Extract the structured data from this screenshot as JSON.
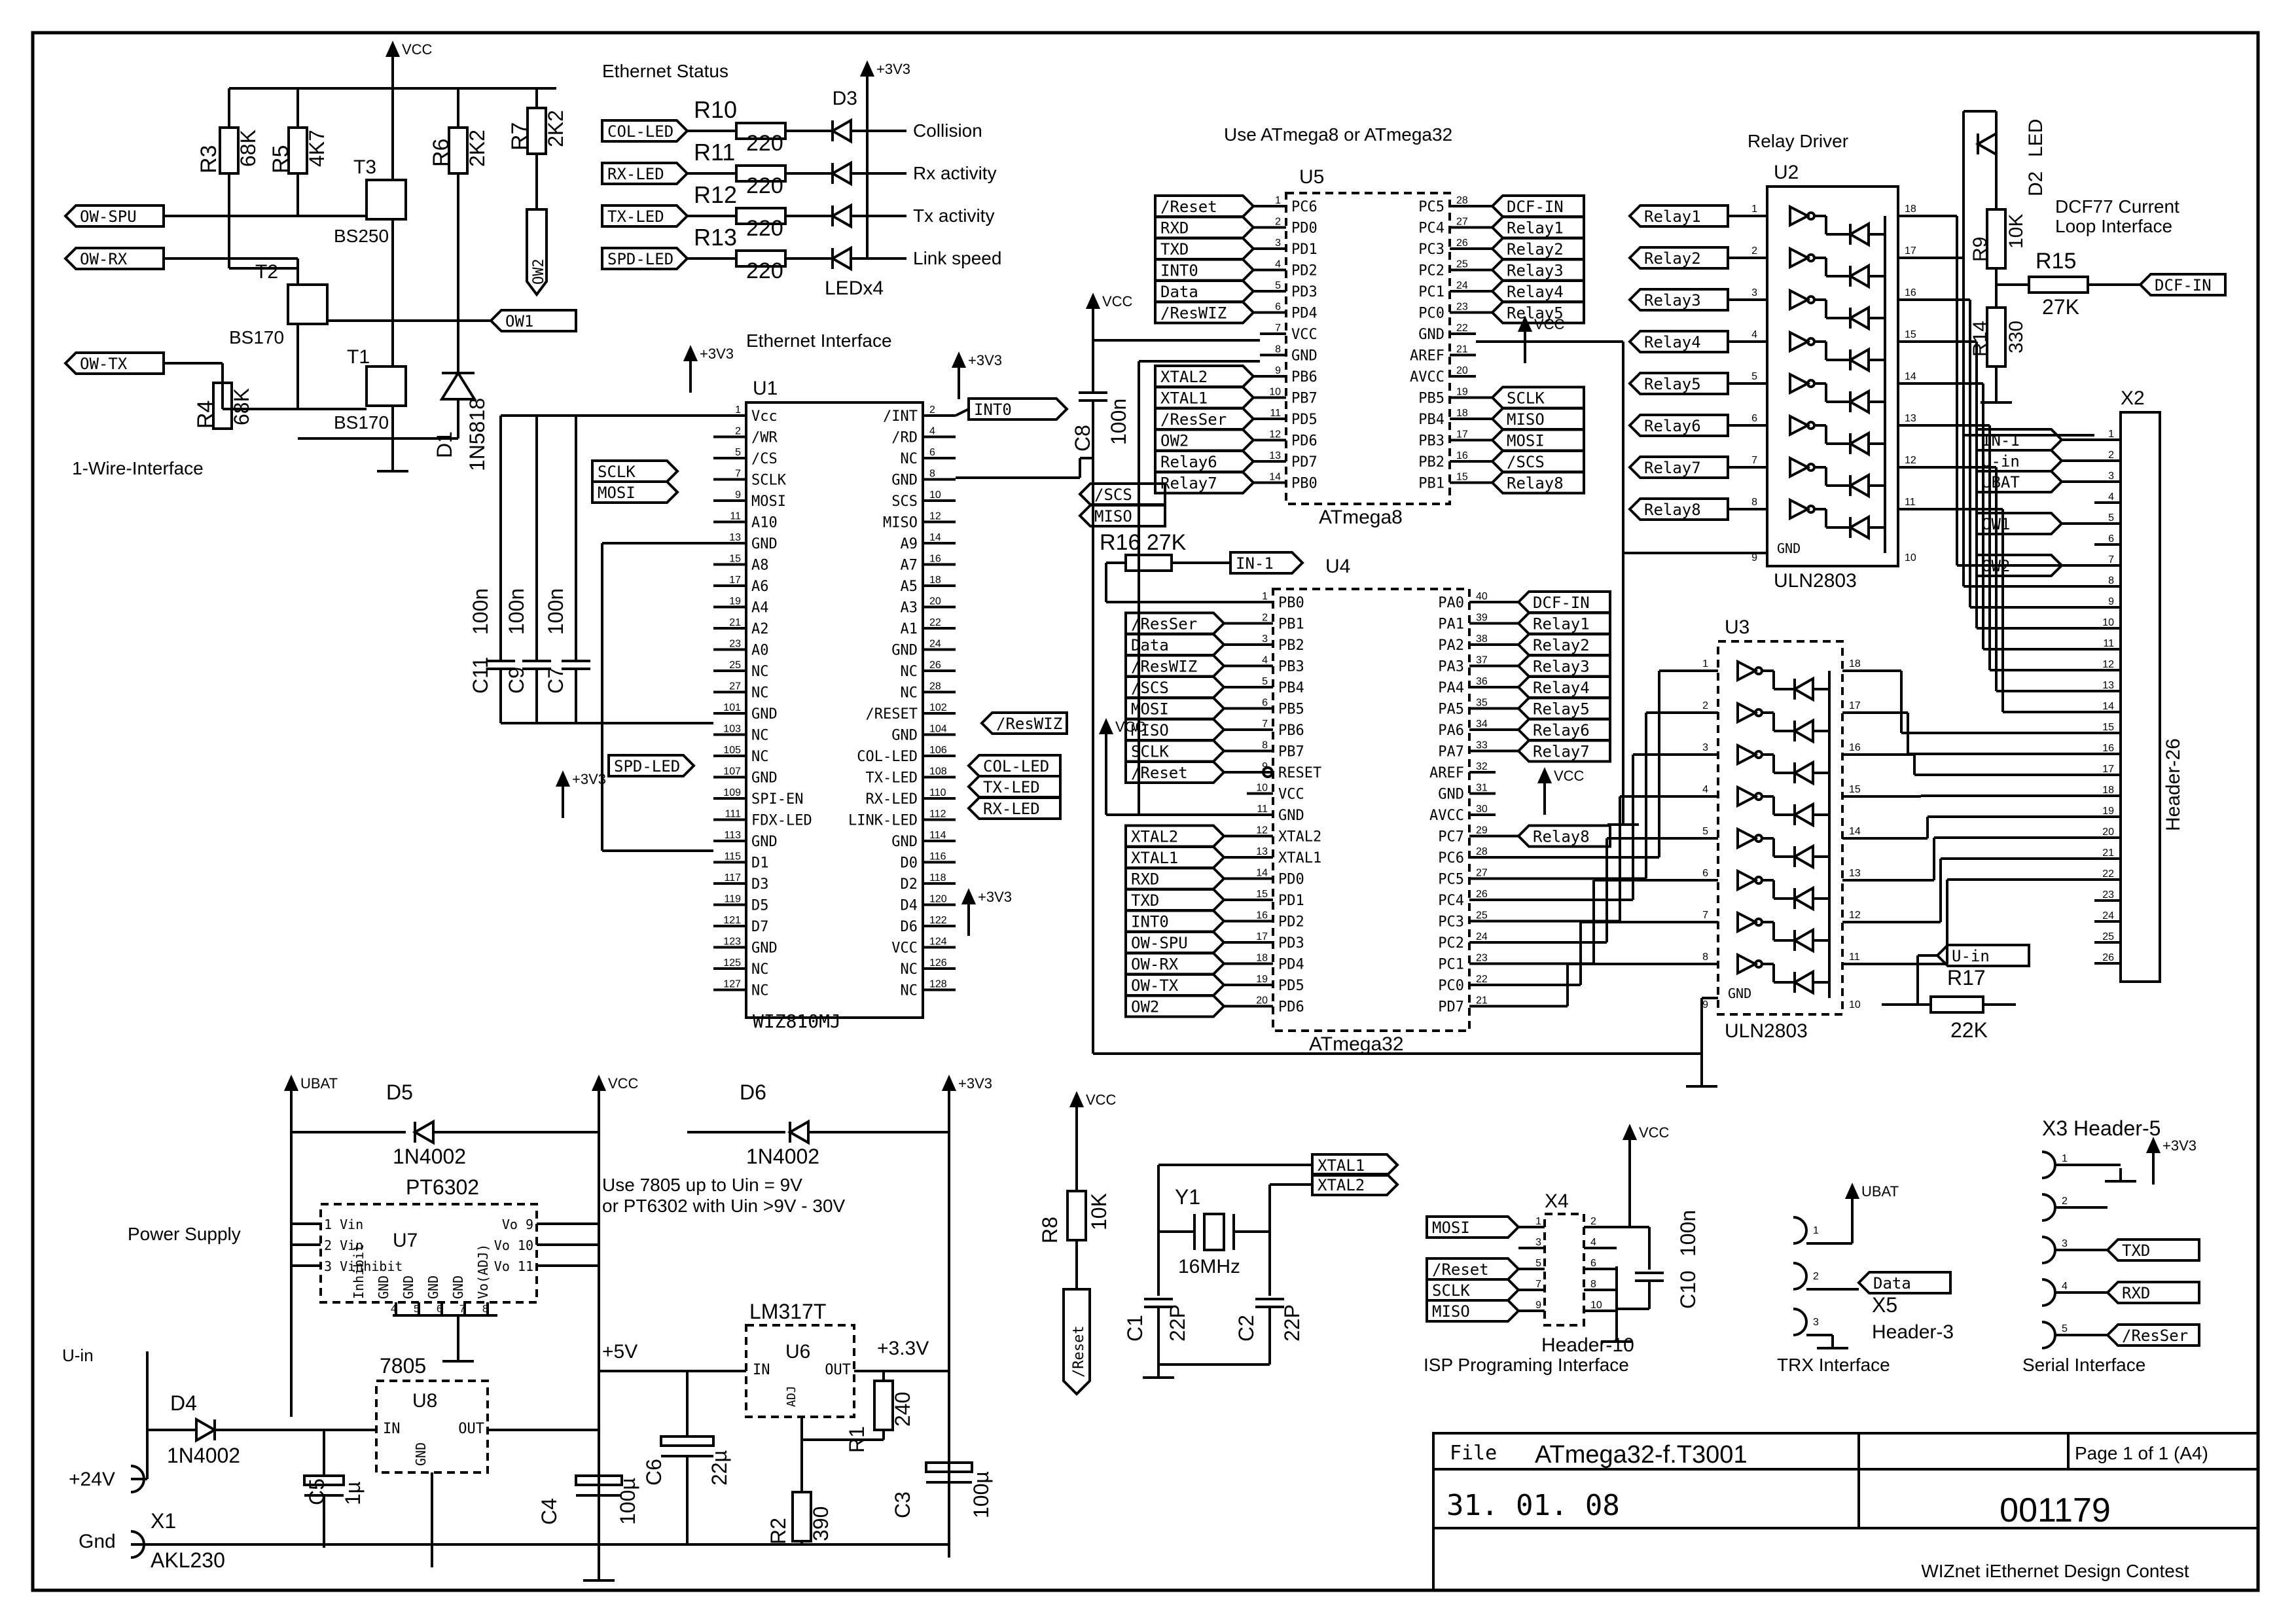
{
  "sections": {
    "ethernet_status": "Ethernet Status",
    "ethernet_interface": "Ethernet Interface",
    "use_atmega": "Use ATmega8 or ATmega32",
    "relay_driver": "Relay Driver",
    "dcf77": [
      "DCF77 Current",
      "Loop Interface"
    ],
    "one_wire": "1-Wire-Interface",
    "power_supply": "Power Supply",
    "use_7805": [
      "Use 7805 up to Uin = 9V",
      "or PT6302 with Uin >9V - 30V"
    ],
    "isp": "ISP Programing Interface",
    "trx": "TRX Interface",
    "serial": "Serial Interface"
  },
  "status_leds": [
    {
      "net": "COL-LED",
      "res": "R10",
      "val": "220",
      "desc": "Collision"
    },
    {
      "net": "RX-LED",
      "res": "R11",
      "val": "220",
      "desc": "Rx activity"
    },
    {
      "net": "TX-LED",
      "res": "R12",
      "val": "220",
      "desc": "Tx activity"
    },
    {
      "net": "SPD-LED",
      "res": "R13",
      "val": "220",
      "desc": "Link speed"
    }
  ],
  "status_labels": {
    "d3": "D3",
    "ledx4": "LEDx4",
    "v33": "+3V3"
  },
  "wiz": {
    "name": "U1",
    "part": "WIZ810MJ",
    "left": [
      [
        "1",
        "Vcc"
      ],
      [
        "2",
        "/WR"
      ],
      [
        "5",
        "/CS"
      ],
      [
        "7",
        "SCLK"
      ],
      [
        "9",
        "MOSI"
      ],
      [
        "11",
        "A10"
      ],
      [
        "13",
        "GND"
      ],
      [
        "15",
        "A8"
      ],
      [
        "17",
        "A6"
      ],
      [
        "19",
        "A4"
      ],
      [
        "21",
        "A2"
      ],
      [
        "23",
        "A0"
      ],
      [
        "25",
        "NC"
      ],
      [
        "27",
        "NC"
      ],
      [
        "101",
        "GND"
      ],
      [
        "103",
        "NC"
      ],
      [
        "105",
        "NC"
      ],
      [
        "107",
        "GND"
      ],
      [
        "109",
        "SPI-EN"
      ],
      [
        "111",
        "FDX-LED"
      ],
      [
        "113",
        "GND"
      ],
      [
        "115",
        "D1"
      ],
      [
        "117",
        "D3"
      ],
      [
        "119",
        "D5"
      ],
      [
        "121",
        "D7"
      ],
      [
        "123",
        "GND"
      ],
      [
        "125",
        "NC"
      ],
      [
        "127",
        "NC"
      ]
    ],
    "right": [
      [
        "/INT",
        "2"
      ],
      [
        "/RD",
        "4"
      ],
      [
        "NC",
        "6"
      ],
      [
        "GND",
        "8"
      ],
      [
        "SCS",
        "10"
      ],
      [
        "MISO",
        "12"
      ],
      [
        "A9",
        "14"
      ],
      [
        "A7",
        "16"
      ],
      [
        "A5",
        "18"
      ],
      [
        "A3",
        "20"
      ],
      [
        "A1",
        "22"
      ],
      [
        "GND",
        "24"
      ],
      [
        "NC",
        "26"
      ],
      [
        "NC",
        "28"
      ],
      [
        "/RESET",
        "102"
      ],
      [
        "GND",
        "104"
      ],
      [
        "COL-LED",
        "106"
      ],
      [
        "TX-LED",
        "108"
      ],
      [
        "RX-LED",
        "110"
      ],
      [
        "LINK-LED",
        "112"
      ],
      [
        "GND",
        "114"
      ],
      [
        "D0",
        "116"
      ],
      [
        "D2",
        "118"
      ],
      [
        "D4",
        "120"
      ],
      [
        "D6",
        "122"
      ],
      [
        "VCC",
        "124"
      ],
      [
        "NC",
        "126"
      ],
      [
        "NC",
        "128"
      ]
    ]
  },
  "wiz_nets": {
    "int0": "INT0",
    "sclk": "SCLK",
    "mosi": "MOSI",
    "scs": "/SCS",
    "miso": "MISO",
    "reswiz": "/ResWIZ",
    "colled": "COL-LED",
    "txled": "TX-LED",
    "rxled": "RX-LED",
    "spdled": "SPD-LED",
    "v33a": "+3V3",
    "v33b": "+3V3",
    "v33c": "+3V3",
    "v33d": "+3V3"
  },
  "caps_wiz": [
    {
      "n": "C11",
      "v": "100n"
    },
    {
      "n": "C9",
      "v": "100n"
    },
    {
      "n": "C7",
      "v": "100n"
    }
  ],
  "c8": {
    "n": "C8",
    "v": "100n",
    "vcc": "VCC"
  },
  "mega8": {
    "name": "U5",
    "part": "ATmega8",
    "left": [
      [
        "1",
        "PC6"
      ],
      [
        "2",
        "PD0"
      ],
      [
        "3",
        "PD1"
      ],
      [
        "4",
        "PD2"
      ],
      [
        "5",
        "PD3"
      ],
      [
        "6",
        "PD4"
      ],
      [
        "7",
        "VCC"
      ],
      [
        "8",
        "GND"
      ],
      [
        "9",
        "PB6"
      ],
      [
        "10",
        "PB7"
      ],
      [
        "11",
        "PD5"
      ],
      [
        "12",
        "PD6"
      ],
      [
        "13",
        "PD7"
      ],
      [
        "14",
        "PB0"
      ]
    ],
    "right": [
      [
        "PC5",
        "28"
      ],
      [
        "PC4",
        "27"
      ],
      [
        "PC3",
        "26"
      ],
      [
        "PC2",
        "25"
      ],
      [
        "PC1",
        "24"
      ],
      [
        "PC0",
        "23"
      ],
      [
        "GND",
        "22"
      ],
      [
        "AREF",
        "21"
      ],
      [
        "AVCC",
        "20"
      ],
      [
        "PB5",
        "19"
      ],
      [
        "PB4",
        "18"
      ],
      [
        "PB3",
        "17"
      ],
      [
        "PB2",
        "16"
      ],
      [
        "PB1",
        "15"
      ]
    ],
    "left_nets": [
      "/Reset",
      "RXD",
      "TXD",
      "INT0",
      "Data",
      "/ResWIZ",
      "",
      "",
      "XTAL2",
      "XTAL1",
      "/ResSer",
      "OW2",
      "Relay6",
      "Relay7"
    ],
    "right_nets": [
      "DCF-IN",
      "Relay1",
      "Relay2",
      "Relay3",
      "Relay4",
      "Relay5",
      "",
      "",
      "",
      "SCLK",
      "MISO",
      "MOSI",
      "/SCS",
      "Relay8"
    ]
  },
  "mega32": {
    "name": "U4",
    "part": "ATmega32",
    "left": [
      [
        "1",
        "PB0"
      ],
      [
        "2",
        "PB1"
      ],
      [
        "3",
        "PB2"
      ],
      [
        "4",
        "PB3"
      ],
      [
        "5",
        "PB4"
      ],
      [
        "6",
        "PB5"
      ],
      [
        "7",
        "PB6"
      ],
      [
        "8",
        "PB7"
      ],
      [
        "9",
        "RESET"
      ],
      [
        "10",
        "VCC"
      ],
      [
        "11",
        "GND"
      ],
      [
        "12",
        "XTAL2"
      ],
      [
        "13",
        "XTAL1"
      ],
      [
        "14",
        "PD0"
      ],
      [
        "15",
        "PD1"
      ],
      [
        "16",
        "PD2"
      ],
      [
        "17",
        "PD3"
      ],
      [
        "18",
        "PD4"
      ],
      [
        "19",
        "PD5"
      ],
      [
        "20",
        "PD6"
      ]
    ],
    "right": [
      [
        "PA0",
        "40"
      ],
      [
        "PA1",
        "39"
      ],
      [
        "PA2",
        "38"
      ],
      [
        "PA3",
        "37"
      ],
      [
        "PA4",
        "36"
      ],
      [
        "PA5",
        "35"
      ],
      [
        "PA6",
        "34"
      ],
      [
        "PA7",
        "33"
      ],
      [
        "AREF",
        "32"
      ],
      [
        "GND",
        "31"
      ],
      [
        "AVCC",
        "30"
      ],
      [
        "PC7",
        "29"
      ],
      [
        "PC6",
        "28"
      ],
      [
        "PC5",
        "27"
      ],
      [
        "PC4",
        "26"
      ],
      [
        "PC3",
        "25"
      ],
      [
        "PC2",
        "24"
      ],
      [
        "PC1",
        "23"
      ],
      [
        "PC0",
        "22"
      ],
      [
        "PD7",
        "21"
      ]
    ],
    "left_nets": [
      "",
      "/ResSer",
      "Data",
      "/ResWIZ",
      "/SCS",
      "MOSI",
      "MISO",
      "SCLK",
      "/Reset",
      "",
      "",
      "XTAL2",
      "XTAL1",
      "RXD",
      "TXD",
      "INT0",
      "OW-SPU",
      "OW-RX",
      "OW-TX",
      "OW2"
    ],
    "right_nets": [
      "DCF-IN",
      "Relay1",
      "Relay2",
      "Relay3",
      "Relay4",
      "Relay5",
      "Relay6",
      "Relay7",
      "",
      "",
      "",
      "Relay8",
      "",
      "",
      "",
      "",
      "",
      "",
      "",
      ""
    ]
  },
  "r16": {
    "n": "R16",
    "v": "27K",
    "net": "IN-1"
  },
  "vcc_labels": {
    "m8": "VCC",
    "m32a": "VCC",
    "m32b": "VCC"
  },
  "u2": {
    "name": "U2",
    "part": "ULN2803",
    "inputs": [
      [
        "1",
        "Relay1"
      ],
      [
        "2",
        "Relay2"
      ],
      [
        "3",
        "Relay3"
      ],
      [
        "4",
        "Relay4"
      ],
      [
        "5",
        "Relay5"
      ],
      [
        "6",
        "Relay6"
      ],
      [
        "7",
        "Relay7"
      ],
      [
        "8",
        "Relay8"
      ]
    ],
    "outputs": [
      "18",
      "17",
      "16",
      "15",
      "14",
      "13",
      "12",
      "11"
    ],
    "gnd": "GND",
    "gnd_pin": "9",
    "com_pin": "10"
  },
  "u3": {
    "name": "U3",
    "part": "ULN2803",
    "inputs": [
      "1",
      "2",
      "3",
      "4",
      "5",
      "6",
      "7",
      "8"
    ],
    "outputs": [
      "18",
      "17",
      "16",
      "15",
      "14",
      "13",
      "12",
      "11"
    ],
    "gnd": "GND",
    "gnd_pin": "9",
    "com_pin": "10"
  },
  "x2": {
    "name": "X2",
    "part": "Header-26",
    "pins": [
      "1",
      "2",
      "3",
      "4",
      "5",
      "6",
      "7",
      "8",
      "9",
      "10",
      "11",
      "12",
      "13",
      "14",
      "15",
      "16",
      "17",
      "18",
      "19",
      "20",
      "21",
      "22",
      "23",
      "24",
      "25",
      "26"
    ],
    "nets": [
      [
        "IN-1",
        "1"
      ],
      [
        "U-in",
        "2"
      ],
      [
        "UBAT",
        "3"
      ],
      [
        "OW1",
        "5"
      ],
      [
        "OW2",
        "7"
      ]
    ]
  },
  "dcf": {
    "d2": "D2",
    "led": "LED",
    "r9": "R9",
    "r9v": "10K",
    "r15": "R15",
    "r15v": "27K",
    "r14": "R14",
    "r14v": "330",
    "net": "DCF-IN"
  },
  "r17": {
    "n": "R17",
    "v": "22K",
    "net": "U-in"
  },
  "onewire": {
    "vcc": "VCC",
    "r3": "R3",
    "r3v": "68K",
    "r5": "R5",
    "r5v": "4K7",
    "r6": "R6",
    "r6v": "2K2",
    "r7": "R7",
    "r7v": "2K2",
    "r4": "R4",
    "r4v": "68K",
    "t3": "T3",
    "t3p": "BS250",
    "t2": "T2",
    "t2p": "BS170",
    "t1": "T1",
    "t1p": "BS170",
    "d1": "D1",
    "d1p": "1N5818",
    "ow_spu": "OW-SPU",
    "ow_rx": "OW-RX",
    "ow_tx": "OW-TX",
    "ow1": "OW1",
    "ow2": "OW2"
  },
  "power": {
    "ubat": "UBAT",
    "vcc": "VCC",
    "v33": "+3V3",
    "uin": "U-in",
    "d5": "D5",
    "d5p": "1N4002",
    "d6": "D6",
    "d6p": "1N4002",
    "d4": "D4",
    "d4p": "1N4002",
    "u7": "U7",
    "u7p": "PT6302",
    "u7_left": [
      "1 Vin",
      "2 Vin",
      "3 Vinhibit"
    ],
    "u7_right": [
      "Vo 9",
      "Vo 10",
      "Vo 11"
    ],
    "u7_bottom": [
      "Inhibit",
      "GND",
      "GND",
      "GND",
      "GND",
      "Vo(ADJ)"
    ],
    "u7_bpins": [
      "4",
      "5",
      "6",
      "7",
      "8"
    ],
    "u8": "U8",
    "u8p": "7805",
    "u8_in": "IN",
    "u8_out": "OUT",
    "u8_gnd": "GND",
    "u6": "U6",
    "u6p": "LM317T",
    "u6_in": "IN",
    "u6_out": "OUT",
    "u6_adj": "ADJ",
    "v5": "+5V",
    "v33b": "+3.3V",
    "c5": "C5",
    "c5v": "1µ",
    "c4": "C4",
    "c4v": "100µ",
    "c6": "C6",
    "c6v": "22µ",
    "c3": "C3",
    "c3v": "100µ",
    "r1": "R1",
    "r1v": "240",
    "r2": "R2",
    "r2v": "390",
    "p24": "+24V",
    "gnd": "Gnd",
    "x1": "X1",
    "x1p": "AKL230"
  },
  "xtal": {
    "vcc": "VCC",
    "r8": "R8",
    "r8v": "10K",
    "reset": "/Reset",
    "y1": "Y1",
    "y1v": "16MHz",
    "c1": "C1",
    "c1v": "22P",
    "c2": "C2",
    "c2v": "22P",
    "xt1": "XTAL1",
    "xt2": "XTAL2"
  },
  "isp": {
    "x4": "X4",
    "part": "Header-10",
    "vcc": "VCC",
    "c10": "C10",
    "c10v": "100n",
    "nets": [
      [
        "MOSI",
        "1",
        "2"
      ],
      [
        "",
        "3",
        "4"
      ],
      [
        "/Reset",
        "5",
        "6"
      ],
      [
        "SCLK",
        "7",
        "8"
      ],
      [
        "MISO",
        "9",
        "10"
      ]
    ]
  },
  "trx": {
    "x5": "X5",
    "part": "Header-3",
    "ubat": "UBAT",
    "data": "Data",
    "pins": [
      "1",
      "2",
      "3"
    ]
  },
  "serial": {
    "x3": "X3",
    "part": "Header-5",
    "v33": "+3V3",
    "nets": [
      [
        "1",
        "+3V3"
      ],
      [
        "2",
        ""
      ],
      [
        "3",
        "TXD"
      ],
      [
        "4",
        "RXD"
      ],
      [
        "5",
        "/ResSer"
      ]
    ]
  },
  "title_block": {
    "file_lbl": "File",
    "file": "ATmega32-f.T3001",
    "page": "Page 1 of 1  (A4)",
    "date": "31. 01. 08",
    "number": "001179",
    "contest": "WIZnet iEthernet Design Contest"
  }
}
